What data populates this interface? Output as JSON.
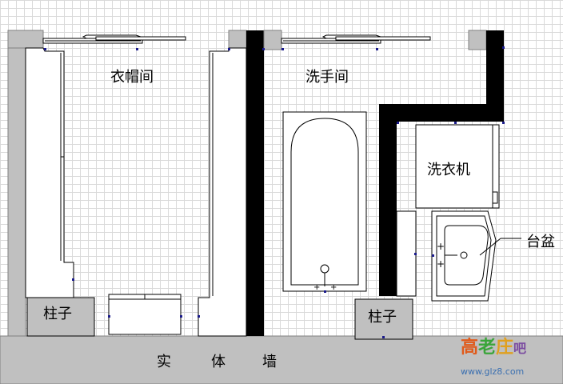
{
  "labels": {
    "closet": "衣帽间",
    "washroom": "洗手间",
    "washer": "洗衣机",
    "basin": "台盆",
    "pillar_left": "柱子",
    "pillar_right": "柱子",
    "wall_chars": [
      "实",
      "体",
      "墙"
    ]
  },
  "watermark": {
    "logo_chars": [
      "高",
      "老",
      "庄",
      "吧"
    ],
    "url": "www.glz8.com"
  },
  "colors": {
    "wall_gray": "#c0c0c0",
    "wall_black": "#000000",
    "grid": "#d9d9d9",
    "marker": "#1a1a8c",
    "logo_1": "#e05a1a",
    "logo_2": "#3aa53a",
    "logo_3": "#e0a020",
    "logo_4": "#7a4aa0"
  }
}
